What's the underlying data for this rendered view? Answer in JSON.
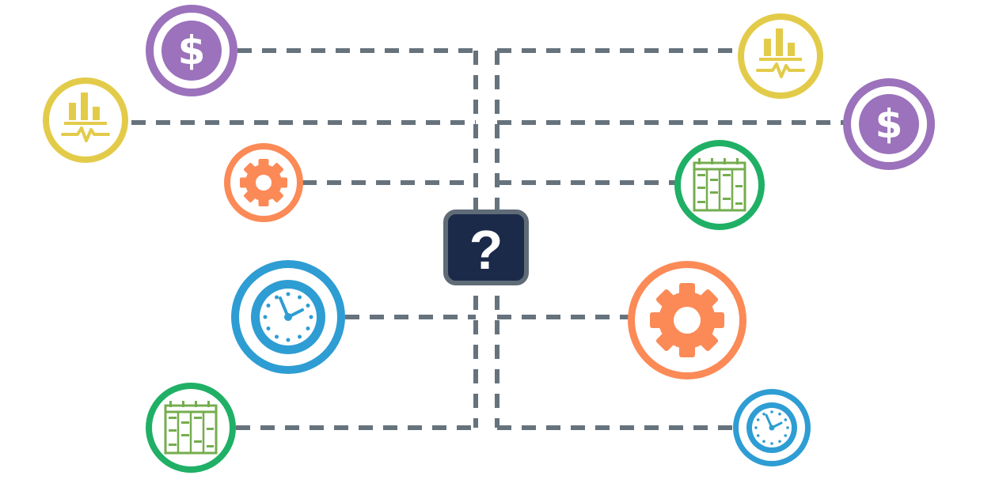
{
  "center": {
    "glyph": "?",
    "icon": "question-mark-icon"
  },
  "colors": {
    "connector": "#66737d",
    "center_fill": "#1c2a4a",
    "center_border": "#5f6b77",
    "dollar": "#9b72bb",
    "analytics": "#e3cb4a",
    "gear": "#fb8a57",
    "calendar": "#1fb065",
    "calendar_ink": "#75ad4e",
    "clock": "#2e9dd3"
  },
  "nodes": [
    {
      "icon": "dollar-coin-icon",
      "side": "left"
    },
    {
      "icon": "analytics-chart-icon",
      "side": "left"
    },
    {
      "icon": "gear-icon",
      "side": "left"
    },
    {
      "icon": "clock-icon",
      "side": "left"
    },
    {
      "icon": "calendar-schedule-icon",
      "side": "left"
    },
    {
      "icon": "analytics-chart-icon",
      "side": "right"
    },
    {
      "icon": "dollar-coin-icon",
      "side": "right"
    },
    {
      "icon": "calendar-schedule-icon",
      "side": "right"
    },
    {
      "icon": "gear-icon",
      "side": "right"
    },
    {
      "icon": "clock-icon",
      "side": "right"
    }
  ]
}
